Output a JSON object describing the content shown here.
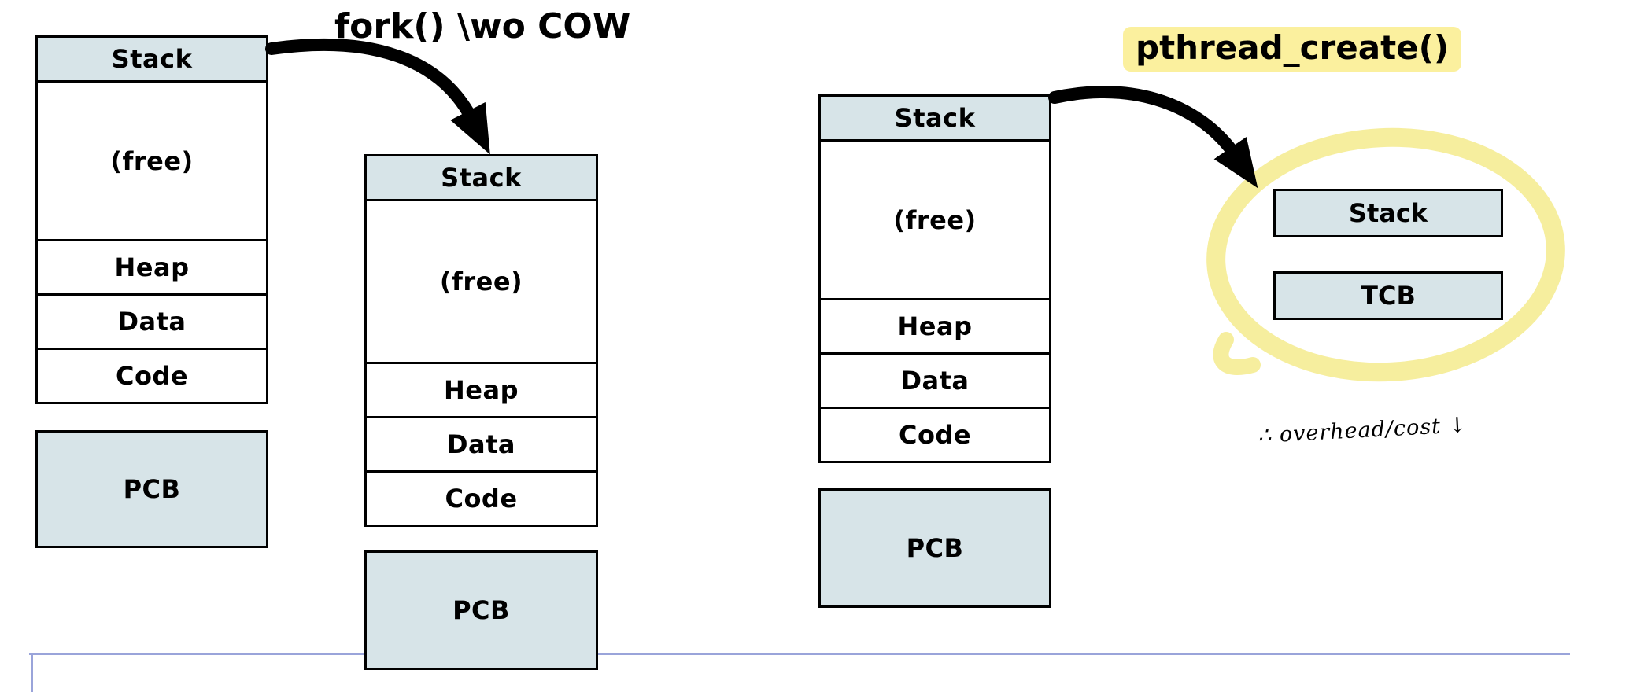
{
  "titles": {
    "fork": "fork() \\wo COW",
    "pthread": "pthread_create()"
  },
  "processes": {
    "parent": {
      "stack": "Stack",
      "free": "(free)",
      "heap": "Heap",
      "data": "Data",
      "code": "Code",
      "pcb": "PCB"
    },
    "child": {
      "stack": "Stack",
      "free": "(free)",
      "heap": "Heap",
      "data": "Data",
      "code": "Code",
      "pcb": "PCB"
    },
    "threaded": {
      "stack": "Stack",
      "free": "(free)",
      "heap": "Heap",
      "data": "Data",
      "code": "Code",
      "pcb": "PCB"
    }
  },
  "thread": {
    "stack": "Stack",
    "tcb": "TCB"
  },
  "annotation": {
    "text": "∴ overhead/cost ↓"
  },
  "colors": {
    "box-fill": "#d7e4e8",
    "highlight": "#fbf09e",
    "circle": "#f5ec94",
    "slide-line": "#9aa4da"
  }
}
